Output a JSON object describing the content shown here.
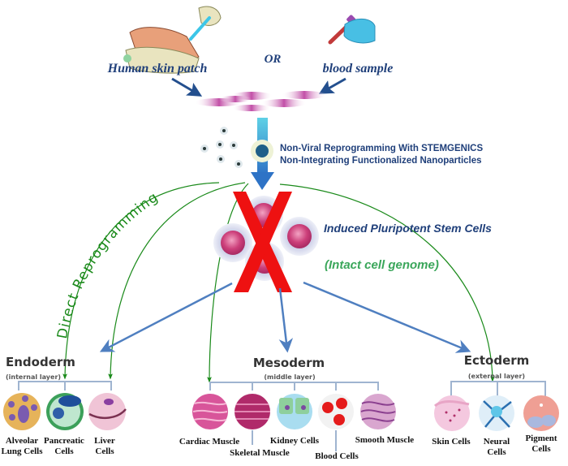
{
  "title": "Non-viral reprogramming and direct reprogramming of somatic cells",
  "sources": {
    "skin": "Human skin patch",
    "or": "OR",
    "blood": "blood sample"
  },
  "method": {
    "line1": "Non-Viral Reprogramming With STEMGENICS",
    "line2": "Non-Integrating Functionalized Nanoparticles"
  },
  "ipsc": {
    "label": "Induced Pluripotent Stem Cells",
    "note": "(Intact cell genome)",
    "crossed_out": true
  },
  "direct_reprogramming": "Direct Reprogramming",
  "germ_layers": {
    "endoderm": {
      "name": "Endoderm",
      "sub": "(internal layer)",
      "cells": [
        {
          "line1": "Alveolar",
          "line2": "Lung Cells"
        },
        {
          "line1": "Pancreatic",
          "line2": "Cells"
        },
        {
          "line1": "Liver",
          "line2": "Cells"
        }
      ]
    },
    "mesoderm": {
      "name": "Mesoderm",
      "sub": "(middle layer)",
      "cells": [
        {
          "line1": "Cardiac Muscle"
        },
        {
          "line1": "Skeletal Muscle"
        },
        {
          "line1": "Kidney Cells"
        },
        {
          "line1": "Blood Cells"
        },
        {
          "line1": "Smooth Muscle"
        }
      ]
    },
    "ectoderm": {
      "name": "Ectoderm",
      "sub": "(external layer)",
      "cells": [
        {
          "line1": "Skin Cells"
        },
        {
          "line1": "Neural",
          "line2": "Cells"
        },
        {
          "line1": "Pigment",
          "line2": "Cells"
        }
      ]
    }
  },
  "colors": {
    "title_blue": "#1f3f7a",
    "arrow_blue": "#4f7fc0",
    "green_text": "#3aa65a",
    "direct_green": "#1a8a1a",
    "cross_red": "#ee1111",
    "bracket": "#9fb4d0"
  }
}
